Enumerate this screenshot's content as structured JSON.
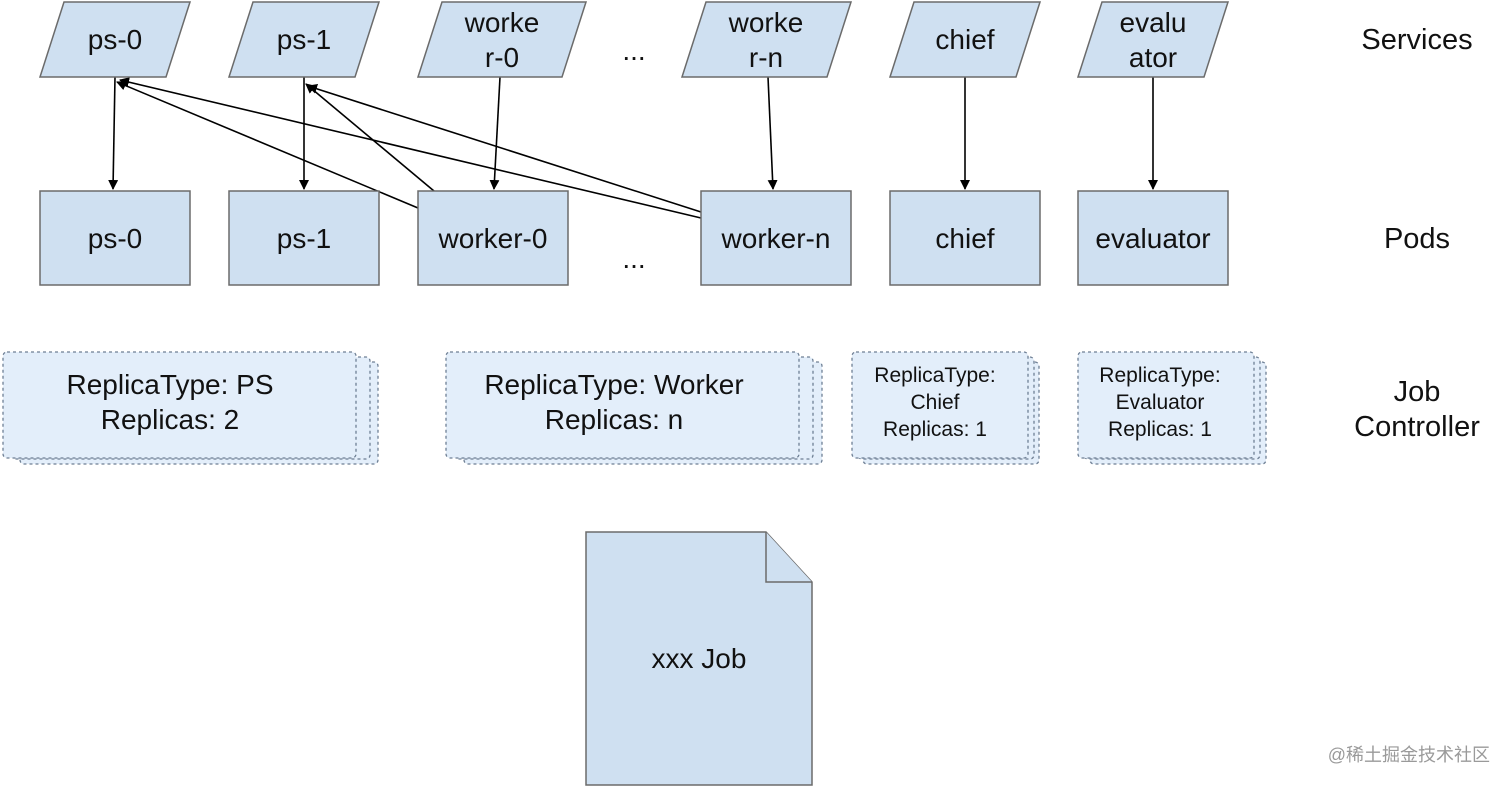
{
  "row_labels": {
    "services": "Services",
    "pods": "Pods",
    "job_controller": [
      "Job",
      "Controller"
    ]
  },
  "services": [
    {
      "id": "svc-ps-0",
      "lines": [
        "ps-0"
      ]
    },
    {
      "id": "svc-ps-1",
      "lines": [
        "ps-1"
      ]
    },
    {
      "id": "svc-worker-0",
      "lines": [
        "worke",
        "r-0"
      ]
    },
    {
      "id": "svc-worker-n",
      "lines": [
        "worke",
        "r-n"
      ]
    },
    {
      "id": "svc-chief",
      "lines": [
        "chief"
      ]
    },
    {
      "id": "svc-evaluator",
      "lines": [
        "evalu",
        "ator"
      ]
    }
  ],
  "pods": [
    {
      "id": "pod-ps-0",
      "label": "ps-0"
    },
    {
      "id": "pod-ps-1",
      "label": "ps-1"
    },
    {
      "id": "pod-worker-0",
      "label": "worker-0"
    },
    {
      "id": "pod-worker-n",
      "label": "worker-n"
    },
    {
      "id": "pod-chief",
      "label": "chief"
    },
    {
      "id": "pod-evaluator",
      "label": "evaluator"
    }
  ],
  "ellipsis": "...",
  "controllers": [
    {
      "id": "ctrl-ps",
      "lines": [
        "ReplicaType: PS",
        "Replicas: 2"
      ]
    },
    {
      "id": "ctrl-worker",
      "lines": [
        "ReplicaType: Worker",
        "Replicas: n"
      ]
    },
    {
      "id": "ctrl-chief",
      "lines": [
        "ReplicaType:",
        "Chief",
        "Replicas: 1"
      ]
    },
    {
      "id": "ctrl-evaluator",
      "lines": [
        "ReplicaType:",
        "Evaluator",
        "Replicas: 1"
      ]
    }
  ],
  "job": {
    "label": "xxx Job"
  },
  "edges": [
    {
      "from": "svc-ps-0",
      "to": "pod-ps-0"
    },
    {
      "from": "svc-ps-1",
      "to": "pod-ps-1"
    },
    {
      "from": "svc-worker-0",
      "to": "pod-worker-0"
    },
    {
      "from": "svc-worker-n",
      "to": "pod-worker-n"
    },
    {
      "from": "svc-chief",
      "to": "pod-chief"
    },
    {
      "from": "svc-evaluator",
      "to": "pod-evaluator"
    },
    {
      "from": "pod-worker-0",
      "to": "svc-ps-0"
    },
    {
      "from": "pod-worker-0",
      "to": "svc-ps-1"
    },
    {
      "from": "pod-worker-n",
      "to": "svc-ps-0"
    },
    {
      "from": "pod-worker-n",
      "to": "svc-ps-1"
    }
  ],
  "watermark": "@稀土掘金技术社区",
  "colors": {
    "node_fill": "#cfe0f1",
    "node_stroke": "#6b6b6b",
    "controller_fill": "#e3eefa",
    "controller_stroke": "#6e7f94",
    "edge": "#000000"
  }
}
